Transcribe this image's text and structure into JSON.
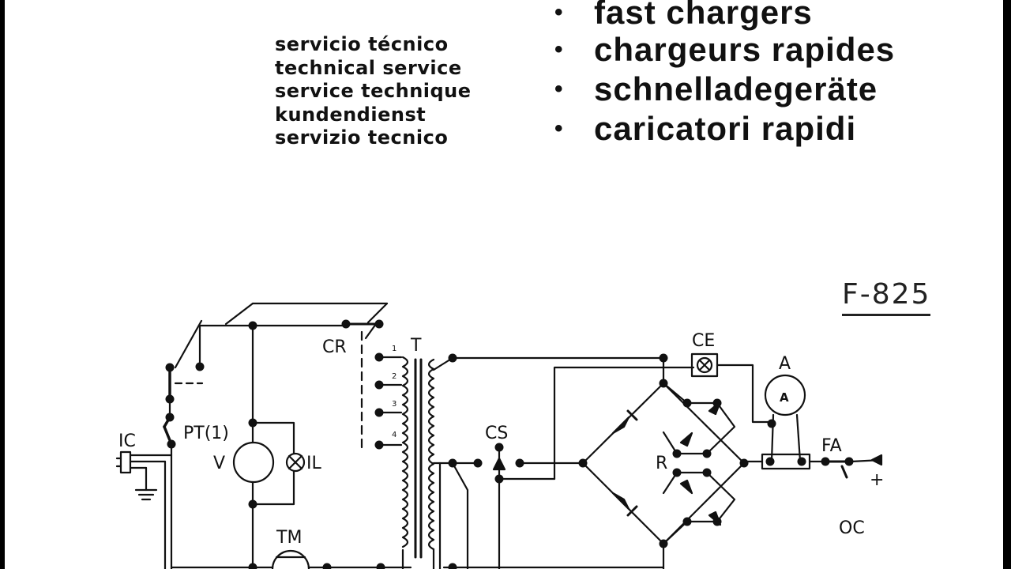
{
  "header": {
    "service_lines": [
      "servicio técnico",
      "technical service",
      "service technique",
      "kundendienst",
      "servizio tecnico"
    ],
    "bullet_symbol": "•",
    "product_lines": [
      "fast chargers",
      "chargeurs rapides",
      "schnelladegeräte",
      "caricatori rapidi"
    ]
  },
  "model": "F-825",
  "schematic": {
    "labels": {
      "cr": "CR",
      "t": "T",
      "ce": "CE",
      "a": "A",
      "a_inner": "A",
      "pt": "PT(1)",
      "ic": "IC",
      "v": "V",
      "il": "IL",
      "cs": "CS",
      "r": "R",
      "fa": "FA",
      "plus": "+",
      "tm": "TM",
      "oc": "OC",
      "tap1": "1",
      "tap2": "2",
      "tap3": "3",
      "tap4": "4"
    }
  },
  "colors": {
    "background": "#000000",
    "paper": "#ffffff",
    "ink": "#111111"
  }
}
